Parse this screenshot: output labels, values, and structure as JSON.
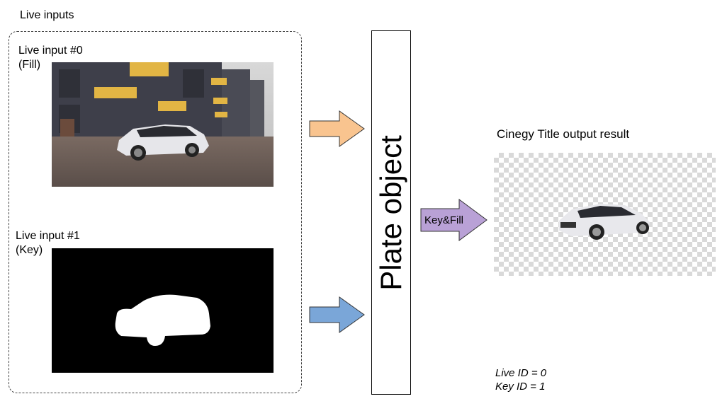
{
  "live_inputs": {
    "title": "Live inputs",
    "input0": {
      "label_line1": "Live input #0",
      "label_line2": "(Fill)"
    },
    "input1": {
      "label_line1": "Live input #1",
      "label_line2": "(Key)"
    }
  },
  "plate": {
    "label": "Plate object"
  },
  "key_fill_arrow": {
    "label": "Key&Fill"
  },
  "output": {
    "title": "Cinegy Title output result"
  },
  "ids": {
    "live": "Live ID = 0",
    "key": "Key ID = 1"
  },
  "colors": {
    "fill_arrow": "#f9c48f",
    "key_arrow": "#7aa6d8",
    "keyfill_arrow": "#b9a1d6",
    "arrow_stroke": "#333333"
  }
}
